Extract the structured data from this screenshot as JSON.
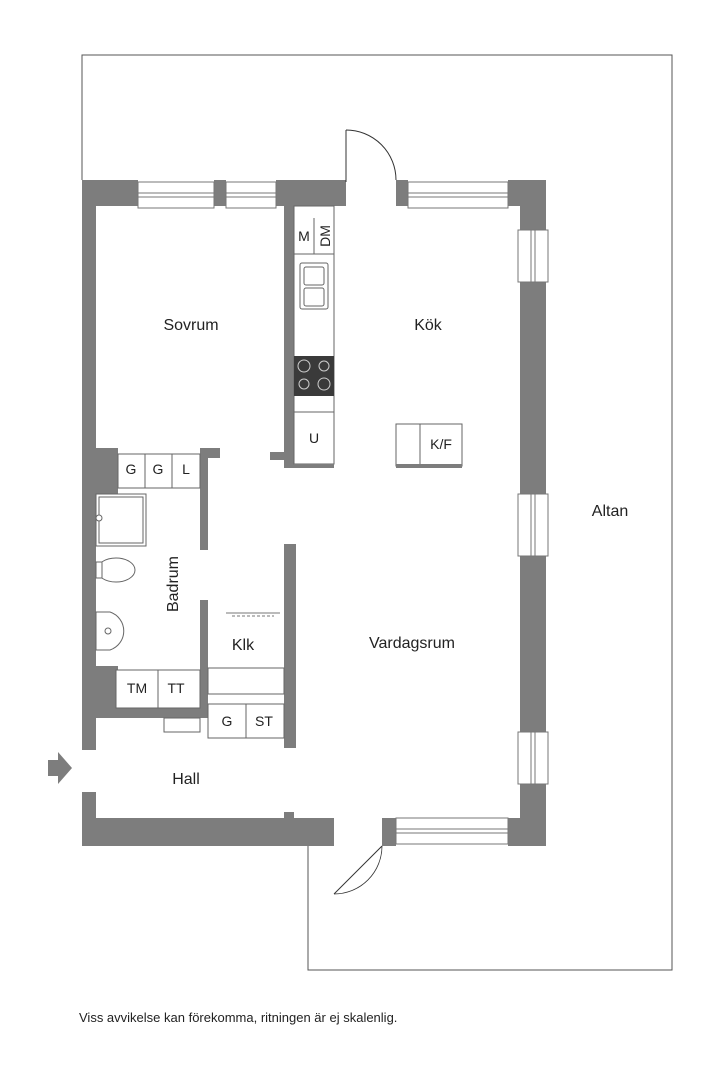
{
  "colors": {
    "wall": "#7d7d7d",
    "outline": "#555555",
    "window_frame": "#777777",
    "fixture_line": "#666666",
    "text": "#222222",
    "stove": "#3a3a3a"
  },
  "rooms": {
    "sovrum": "Sovrum",
    "kok": "Kök",
    "altan": "Altan",
    "badrum": "Badrum",
    "klk": "Klk",
    "vardagsrum": "Vardagsrum",
    "hall": "Hall"
  },
  "fixtures": {
    "microwave": "M",
    "dishwasher": "DM",
    "oven": "U",
    "fridge_freezer": "K/F",
    "wardrobe_1": "G",
    "wardrobe_2": "G",
    "linen": "L",
    "washer": "TM",
    "dryer": "TT",
    "hall_wardrobe": "G",
    "storage": "ST"
  },
  "icons": {
    "entrance": "entrance-arrow-icon"
  },
  "disclaimer": "Viss avvikelse kan förekomma, ritningen är ej skalenlig."
}
